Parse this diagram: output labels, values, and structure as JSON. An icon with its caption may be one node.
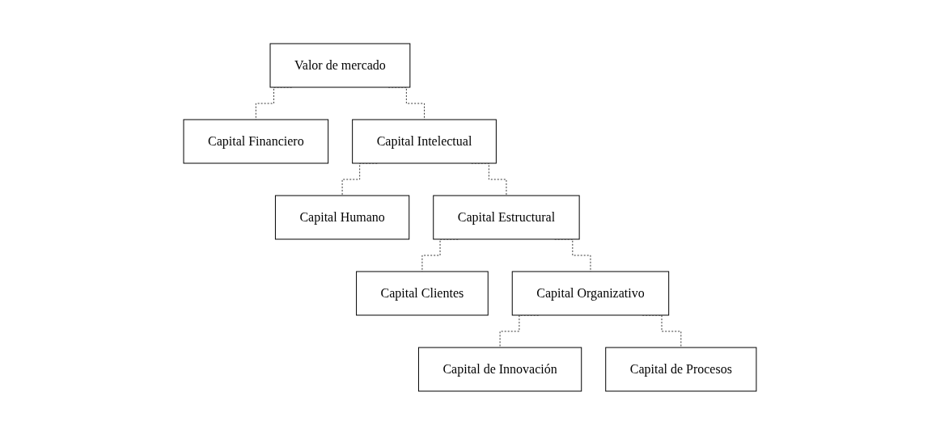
{
  "diagram": {
    "nodes": [
      {
        "text": [
          "Valor de mercado"
        ]
      },
      {
        "text": [
          "Capital Financiero"
        ]
      },
      {
        "text": [
          "Capital Intelectual"
        ]
      },
      {
        "text": [
          "Capital Humano"
        ]
      },
      {
        "text": [
          "Capital Estructural"
        ]
      },
      {
        "text": [
          "Capital Clientes"
        ]
      },
      {
        "text": [
          "Capital Organizativo"
        ]
      },
      {
        "text": [
          "Capital de Innovación"
        ]
      },
      {
        "text": [
          "Capital de Procesos"
        ]
      }
    ],
    "edges": [
      {
        "from": 0,
        "to": 1,
        "arrow": "none",
        "style": "dashed"
      },
      {
        "from": 0,
        "to": 2,
        "arrow": "none",
        "style": "dashed"
      },
      {
        "from": 2,
        "to": 3,
        "arrow": "none",
        "style": "dashed"
      },
      {
        "from": 2,
        "to": 4,
        "arrow": "none",
        "style": "dashed"
      },
      {
        "from": 4,
        "to": 5,
        "arrow": "none",
        "style": "dashed"
      },
      {
        "from": 4,
        "to": 6,
        "arrow": "none",
        "style": "dashed"
      },
      {
        "from": 6,
        "to": 7,
        "arrow": "none",
        "style": "dashed"
      },
      {
        "from": 6,
        "to": 8,
        "arrow": "none",
        "style": "dashed"
      }
    ]
  }
}
